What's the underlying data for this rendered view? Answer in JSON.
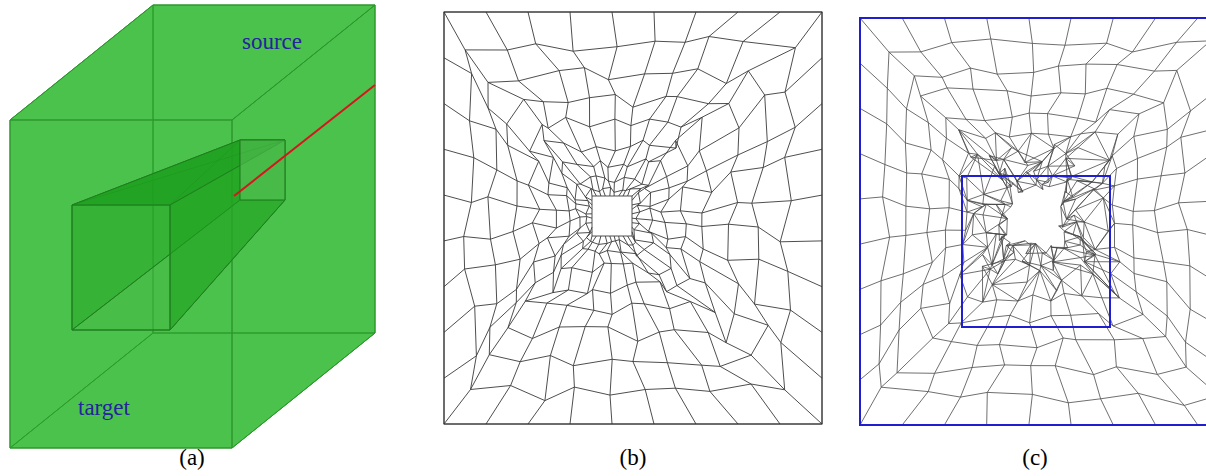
{
  "diagram": {
    "labels": [
      "source",
      "target",
      "(a)",
      "(b)",
      "(c)"
    ]
  }
}
